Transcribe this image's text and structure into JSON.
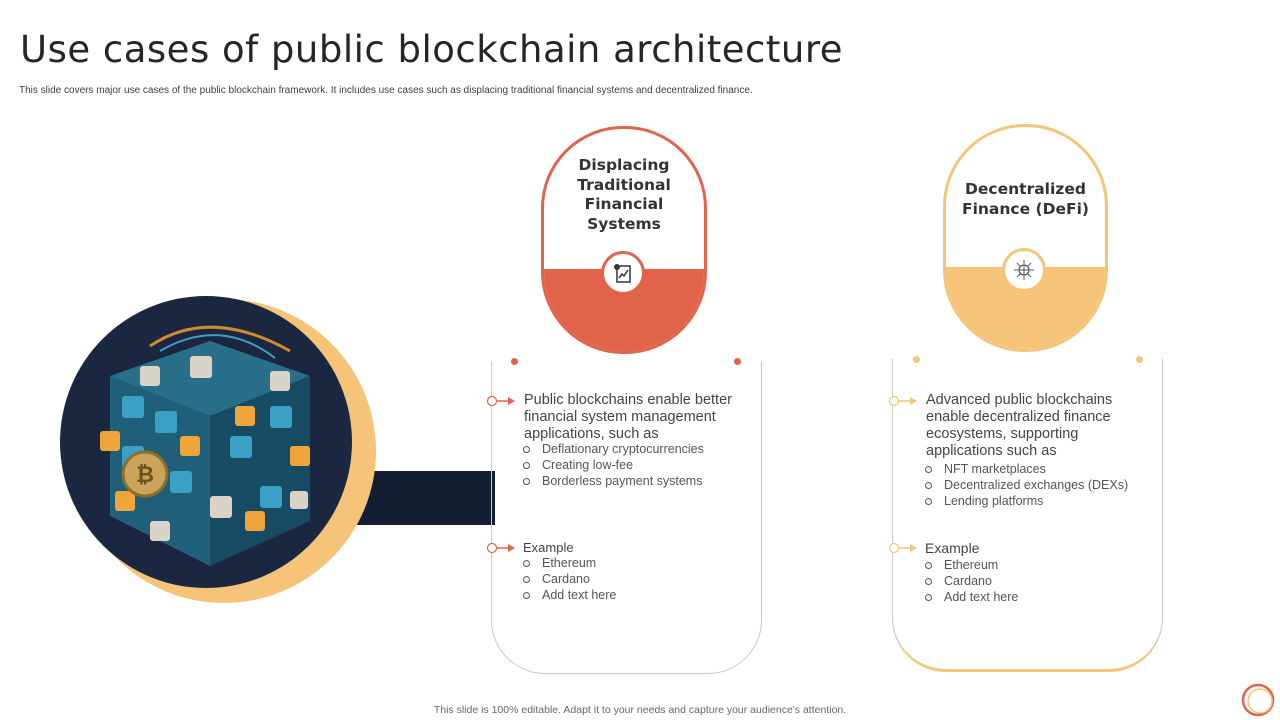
{
  "header": {
    "title": "Use cases of public blockchain architecture",
    "subtitle": "This slide covers major use cases of the public blockchain framework. It includes use cases such as displacing traditional financial systems and decentralized finance."
  },
  "footer": {
    "note": "This slide is 100% editable. Adapt it to your needs and capture your audience's attention."
  },
  "colors": {
    "accent_red": "#e0634a",
    "accent_gold": "#f6c479",
    "navy": "#141e33"
  },
  "cards": [
    {
      "heading_lines": [
        "Displacing",
        "Traditional",
        "Financial",
        "Systems"
      ],
      "icon": "financial-chart-icon",
      "intro": "Public blockchains enable better financial system management applications, such as",
      "items": [
        "Deflationary cryptocurrencies",
        "Creating low-fee",
        "Borderless payment systems"
      ],
      "example_label": "Example",
      "examples": [
        "Ethereum",
        "Cardano",
        "Add text here"
      ]
    },
    {
      "heading_lines": [
        "Decentralized",
        "Finance (DeFi)"
      ],
      "icon": "network-globe-icon",
      "intro": "Advanced public blockchains enable decentralized finance ecosystems, supporting applications such as",
      "items": [
        "NFT marketplaces",
        "Decentralized exchanges (DEXs)",
        "Lending platforms"
      ],
      "example_label": "Example",
      "examples": [
        "Ethereum",
        "Cardano",
        "Add text here"
      ]
    }
  ]
}
